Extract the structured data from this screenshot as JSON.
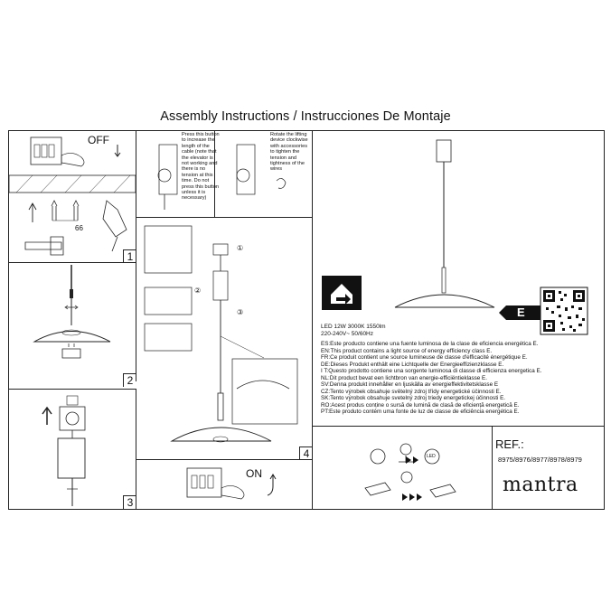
{
  "title": "Assembly Instructions / Instrucciones De Montaje",
  "steps": {
    "s1": {
      "label": "OFF",
      "measure": "66",
      "num": "1"
    },
    "s2": {
      "num": "2"
    },
    "s3": {
      "num": "3"
    },
    "s4": {
      "num": "4",
      "callouts": [
        "①",
        "②",
        "③"
      ]
    },
    "s5": {
      "label": "ON"
    }
  },
  "notes": {
    "left": [
      "Press this button",
      "to increase the",
      "length of the",
      "cable (note that",
      "the elevator is",
      "not working and",
      "there is no",
      "tension at this",
      "time. Do not",
      "press this button",
      "unless it is",
      "necessary)"
    ],
    "right": [
      "Rotate the lifting",
      "device clockwise",
      "with accessories",
      "to tighten the",
      "tension and",
      "tightness of the",
      "wires"
    ]
  },
  "energy": {
    "specs1": "LED 12W  3000K  1550lm",
    "specs2": "220-240V~  50/60Hz",
    "class": "E",
    "lines": [
      "ES:Este producto contiene una fuente luminosa de la clase de eficiencia energética E.",
      "EN:This product contains a light source of energy efficiency class E.",
      "FR:Ce produit contient une source lumineuse de classe d'efficacité énergétique E.",
      "DE:Dieses Produkt enthält eine Lichtquelle der Energieeffizienzklasse E.",
      "I T:Questo prodotto contiene una sorgente luminosa di classe di efficienza energetica E.",
      "NL:Dit product bevat een lichtbron van energie-efficiëntieklasse E.",
      "SV:Denna produkt innehåller en ljuskälla av energieffektivitetsklasse E",
      "CZ:Tento výrobek obsahuje světelný zdroj třídy energetické účinnosti E.",
      "SK:Tento výrobok obsahuje svetelný zdroj triedy energetickej účinnosti E.",
      "RO:Acest produs conține o sursă de lumină de clasă de eficiență energetică E.",
      "PT:Este produto contém uma fonte de luz de classe de eficiência energética E."
    ]
  },
  "icons": {
    "led": "LED"
  },
  "ref": {
    "label": "REF.:",
    "codes": "8975/8976/8977/8978/8979"
  },
  "brand": "mantra"
}
